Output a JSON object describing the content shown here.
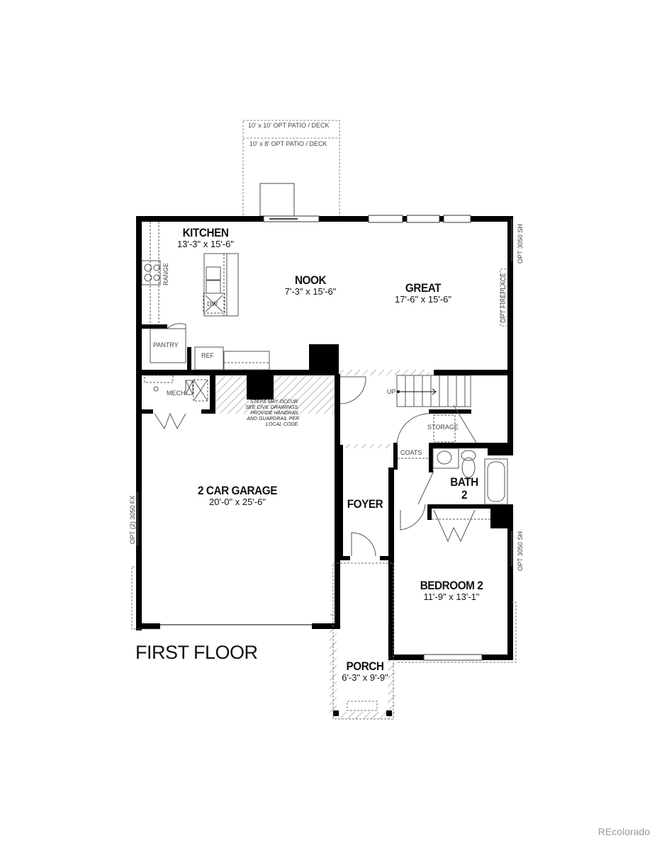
{
  "floor_title": "FIRST FLOOR",
  "watermark": "REcolorado",
  "options": {
    "patio_10x10": "10' x 10' OPT PATIO / DECK",
    "patio_10x8": "10' x 8' OPT PATIO / DECK",
    "window_great": "OPT 3050 SH",
    "fireplace": "OPT FIREPLACE",
    "window_garage": "OPT (2) 3050 FX",
    "window_bedroom": "OPT 3050 SH"
  },
  "rooms": {
    "kitchen": {
      "name": "KITCHEN",
      "dim": "13'-3\" x 15'-6\""
    },
    "nook": {
      "name": "NOOK",
      "dim": "7'-3\" x 15'-6\""
    },
    "great": {
      "name": "GREAT",
      "dim": "17'-6\" x 15'-6\""
    },
    "garage": {
      "name": "2 CAR GARAGE",
      "dim": "20'-0\" x 25'-6\""
    },
    "foyer": {
      "name": "FOYER"
    },
    "bath2": {
      "name": "BATH",
      "num": "2"
    },
    "bedroom2": {
      "name": "BEDROOM 2",
      "dim": "11'-9\" x 13'-1\""
    },
    "porch": {
      "name": "PORCH",
      "dim": "6'-3\" x 9'-9\""
    }
  },
  "fixtures": {
    "range": "RANGE",
    "dw": "DW",
    "pantry": "PANTRY",
    "ref": "REF",
    "mech": "MECH",
    "up": "UP",
    "storage": "STORAGE",
    "coats": "COATS"
  },
  "notes": {
    "steps_line1": "STEPS MAY OCCUR.",
    "steps_line2": "SEE CIVIL DRAWINGS.",
    "steps_line3": "PROVIDE HANDRAIL",
    "steps_line4": "AND GUARDRAIL PER",
    "steps_line5": "LOCAL CODE."
  }
}
